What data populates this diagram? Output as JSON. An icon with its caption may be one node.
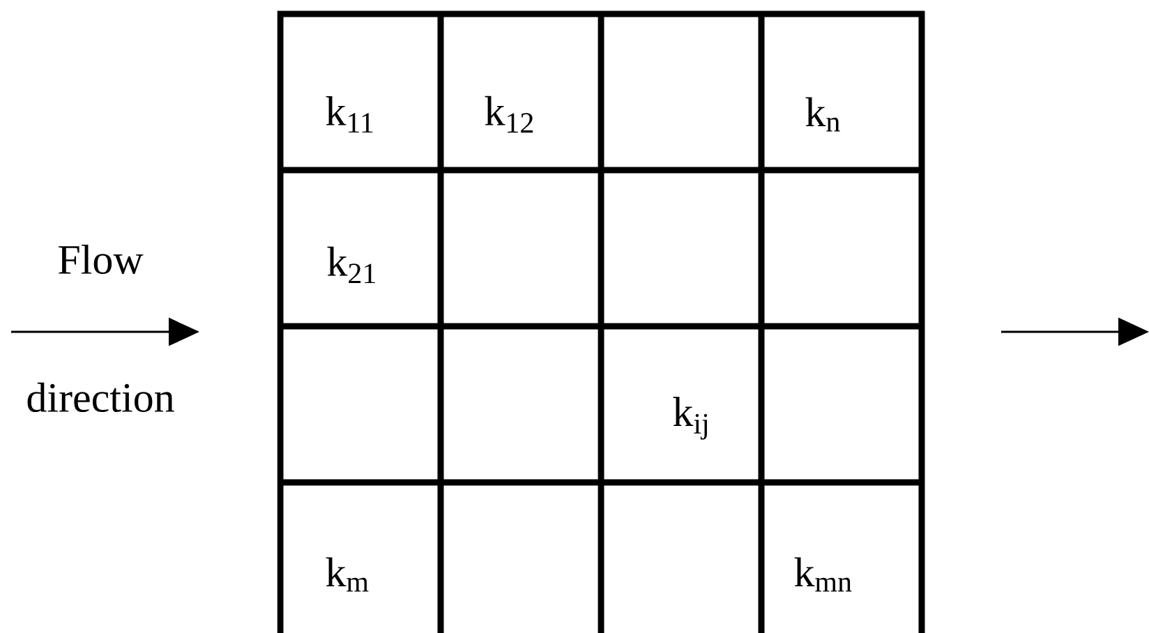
{
  "diagram": {
    "labels": [
      "k$_{11}$",
      "k$_{12}$",
      "k$_{n}$",
      "Flow",
      "k$_{21}$",
      "direction",
      "k$_{ij}$",
      "k$_{m}$",
      "k$_{mn}$"
    ]
  }
}
